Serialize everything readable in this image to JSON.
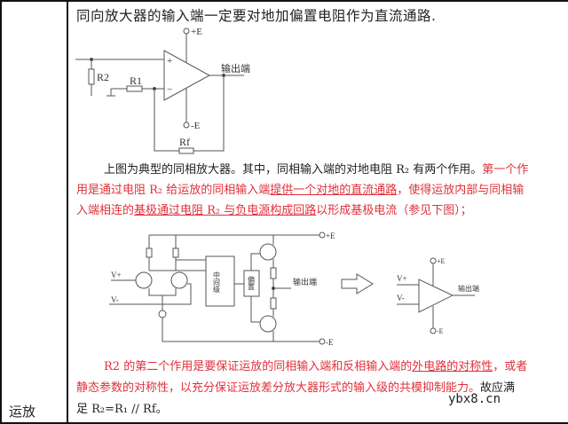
{
  "left_cell": {
    "label": "运放"
  },
  "heading": "同向放大器的输入端一定要对地加偏置电阻作为直流通路.",
  "circuit1": {
    "plus_e": "+E",
    "minus_e": "-E",
    "r2": "R2",
    "r1": "R1",
    "rf": "Rf",
    "output": "输出端",
    "plus": "+",
    "minus": "−"
  },
  "paragraph1": {
    "line1_black": "上图为典型的同相放大器。其中，同相输入端的对地电阻 R₂ 有两个作用。",
    "line1_red": "第一个作",
    "line2_a": "用是通过电阻 R₂ 给运放的同相输入端",
    "line2_u": "提供一个对地的直流通路",
    "line2_b": "，使得运放内部与同相输",
    "line3_a": "入端相连的",
    "line3_u": "基极通过电阻 R₂ 与负电源构成回路",
    "line3_b": "以形成基极电流（参见下图）；"
  },
  "circuit2": {
    "plus_e": "+E",
    "minus_e": "-E",
    "v_plus": "V+",
    "v_minus": "V-",
    "middle_stage": "中间级",
    "bias": "偏置",
    "output": "输出端",
    "opamp": {
      "plus_e": "+E",
      "minus_e": "-E",
      "v_plus": "V+",
      "v_minus": "V-",
      "output": "输出端"
    }
  },
  "paragraph2": {
    "line1_a": "R2 的第二个作用是要保证运放的同相输入端和反相输入端的",
    "line1_u": "外电路的对称性",
    "line1_b": "，或者",
    "line2_red": "静态参数的对称性，以充分保证运放差分放大器形式的输入级的共模抑制能力。",
    "line2_black": "故应满",
    "line3": "足 R₂=R₁ // Rf。"
  },
  "watermark": "ybx8.cn"
}
